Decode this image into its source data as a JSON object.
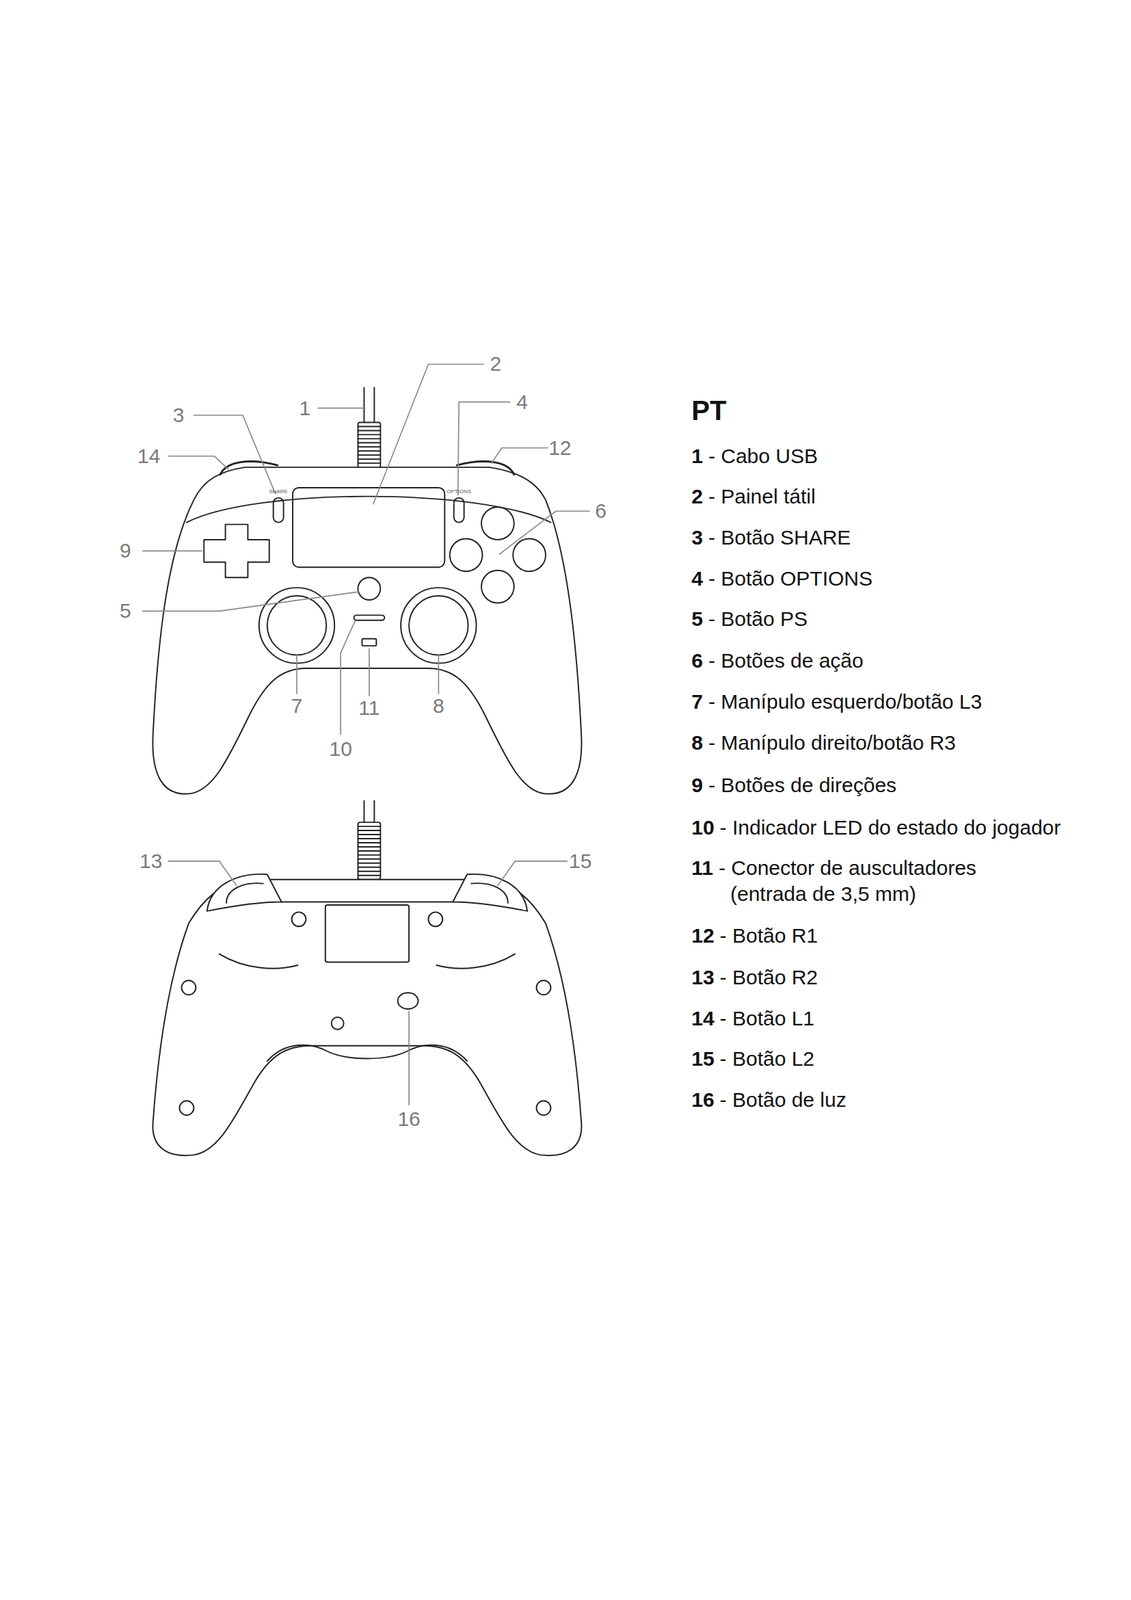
{
  "diagram": {
    "title": "PT",
    "labels": [
      "2",
      "1",
      "4",
      "3",
      "14",
      "12",
      "6",
      "9",
      "5",
      "7",
      "11",
      "8",
      "10",
      "13",
      "15",
      "16",
      "SHARE",
      "OPTIONS",
      "1",
      "- Cabo USB",
      "2",
      "- Painel tátil",
      "3",
      "- Botão SHARE",
      "4",
      "- Botão OPTIONS",
      "5",
      "- Botão PS",
      "6",
      "- Botões de ação",
      "7",
      "- Manípulo esquerdo/botão L3",
      "8",
      "- Manípulo direito/botão R3",
      "9",
      "- Botões de direções",
      "10",
      "- Indicador LED do estado do jogador",
      "11",
      "- Conector de auscultadores (entrada de 3,5 mm)",
      "12",
      "- Botão R1",
      "13",
      "- Botão R2",
      "14",
      "- Botão L1",
      "15",
      "- Botão L2",
      "16",
      "- Botão de luz"
    ]
  }
}
